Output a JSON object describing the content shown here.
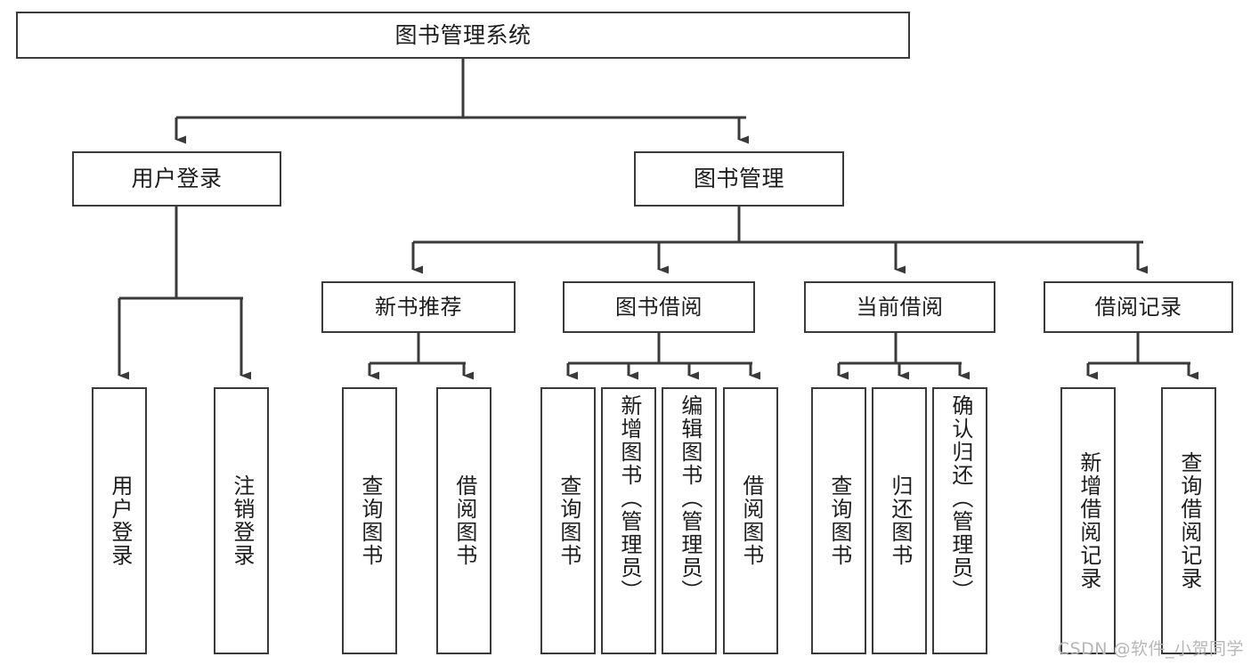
{
  "diagram": {
    "type": "tree",
    "title": "图书管理系统",
    "watermark": "CSDN @软件_小贺同学",
    "colors": {
      "stroke": "#3a3a3a",
      "background": "#ffffff",
      "text": "#1d1d1d",
      "watermark": "#b7b7b7"
    },
    "nodes": {
      "root": {
        "label": "图书管理系统"
      },
      "level2": [
        {
          "id": "user-login",
          "label": "用户登录"
        },
        {
          "id": "book-management",
          "label": "图书管理"
        }
      ],
      "level3": [
        {
          "id": "new-book-recommend",
          "label": "新书推荐"
        },
        {
          "id": "book-borrow",
          "label": "图书借阅"
        },
        {
          "id": "current-borrow",
          "label": "当前借阅"
        },
        {
          "id": "borrow-record",
          "label": "借阅记录"
        }
      ],
      "leaves": {
        "user_login": [
          {
            "id": "leaf-user-login",
            "label": "用户登录"
          },
          {
            "id": "leaf-user-logout",
            "label": "注销登录"
          }
        ],
        "new_book_recommend": [
          {
            "id": "leaf-query-book-1",
            "label": "查询图书"
          },
          {
            "id": "leaf-borrow-book-1",
            "label": "借阅图书"
          }
        ],
        "book_borrow": [
          {
            "id": "leaf-query-book-2",
            "label": "查询图书"
          },
          {
            "id": "leaf-add-book",
            "label": "新增图书（管理员）"
          },
          {
            "id": "leaf-edit-book",
            "label": "编辑图书（管理员）"
          },
          {
            "id": "leaf-borrow-book-2",
            "label": "借阅图书"
          }
        ],
        "current_borrow": [
          {
            "id": "leaf-query-book-3",
            "label": "查询图书"
          },
          {
            "id": "leaf-return-book",
            "label": "归还图书"
          },
          {
            "id": "leaf-confirm-return",
            "label": "确认归还（管理员）"
          }
        ],
        "borrow_record": [
          {
            "id": "leaf-add-record",
            "label": "新增借阅记录"
          },
          {
            "id": "leaf-query-record",
            "label": "查询借阅记录"
          }
        ]
      }
    },
    "edges": [
      {
        "from": "图书管理系统",
        "to": "用户登录"
      },
      {
        "from": "图书管理系统",
        "to": "图书管理"
      },
      {
        "from": "用户登录",
        "to": "用户登录"
      },
      {
        "from": "用户登录",
        "to": "注销登录"
      },
      {
        "from": "图书管理",
        "to": "新书推荐"
      },
      {
        "from": "图书管理",
        "to": "图书借阅"
      },
      {
        "from": "图书管理",
        "to": "当前借阅"
      },
      {
        "from": "图书管理",
        "to": "借阅记录"
      },
      {
        "from": "新书推荐",
        "to": "查询图书"
      },
      {
        "from": "新书推荐",
        "to": "借阅图书"
      },
      {
        "from": "图书借阅",
        "to": "查询图书"
      },
      {
        "from": "图书借阅",
        "to": "新增图书（管理员）"
      },
      {
        "from": "图书借阅",
        "to": "编辑图书（管理员）"
      },
      {
        "from": "图书借阅",
        "to": "借阅图书"
      },
      {
        "from": "当前借阅",
        "to": "查询图书"
      },
      {
        "from": "当前借阅",
        "to": "归还图书"
      },
      {
        "from": "当前借阅",
        "to": "确认归还（管理员）"
      },
      {
        "from": "借阅记录",
        "to": "新增借阅记录"
      },
      {
        "from": "借阅记录",
        "to": "查询借阅记录"
      }
    ]
  }
}
